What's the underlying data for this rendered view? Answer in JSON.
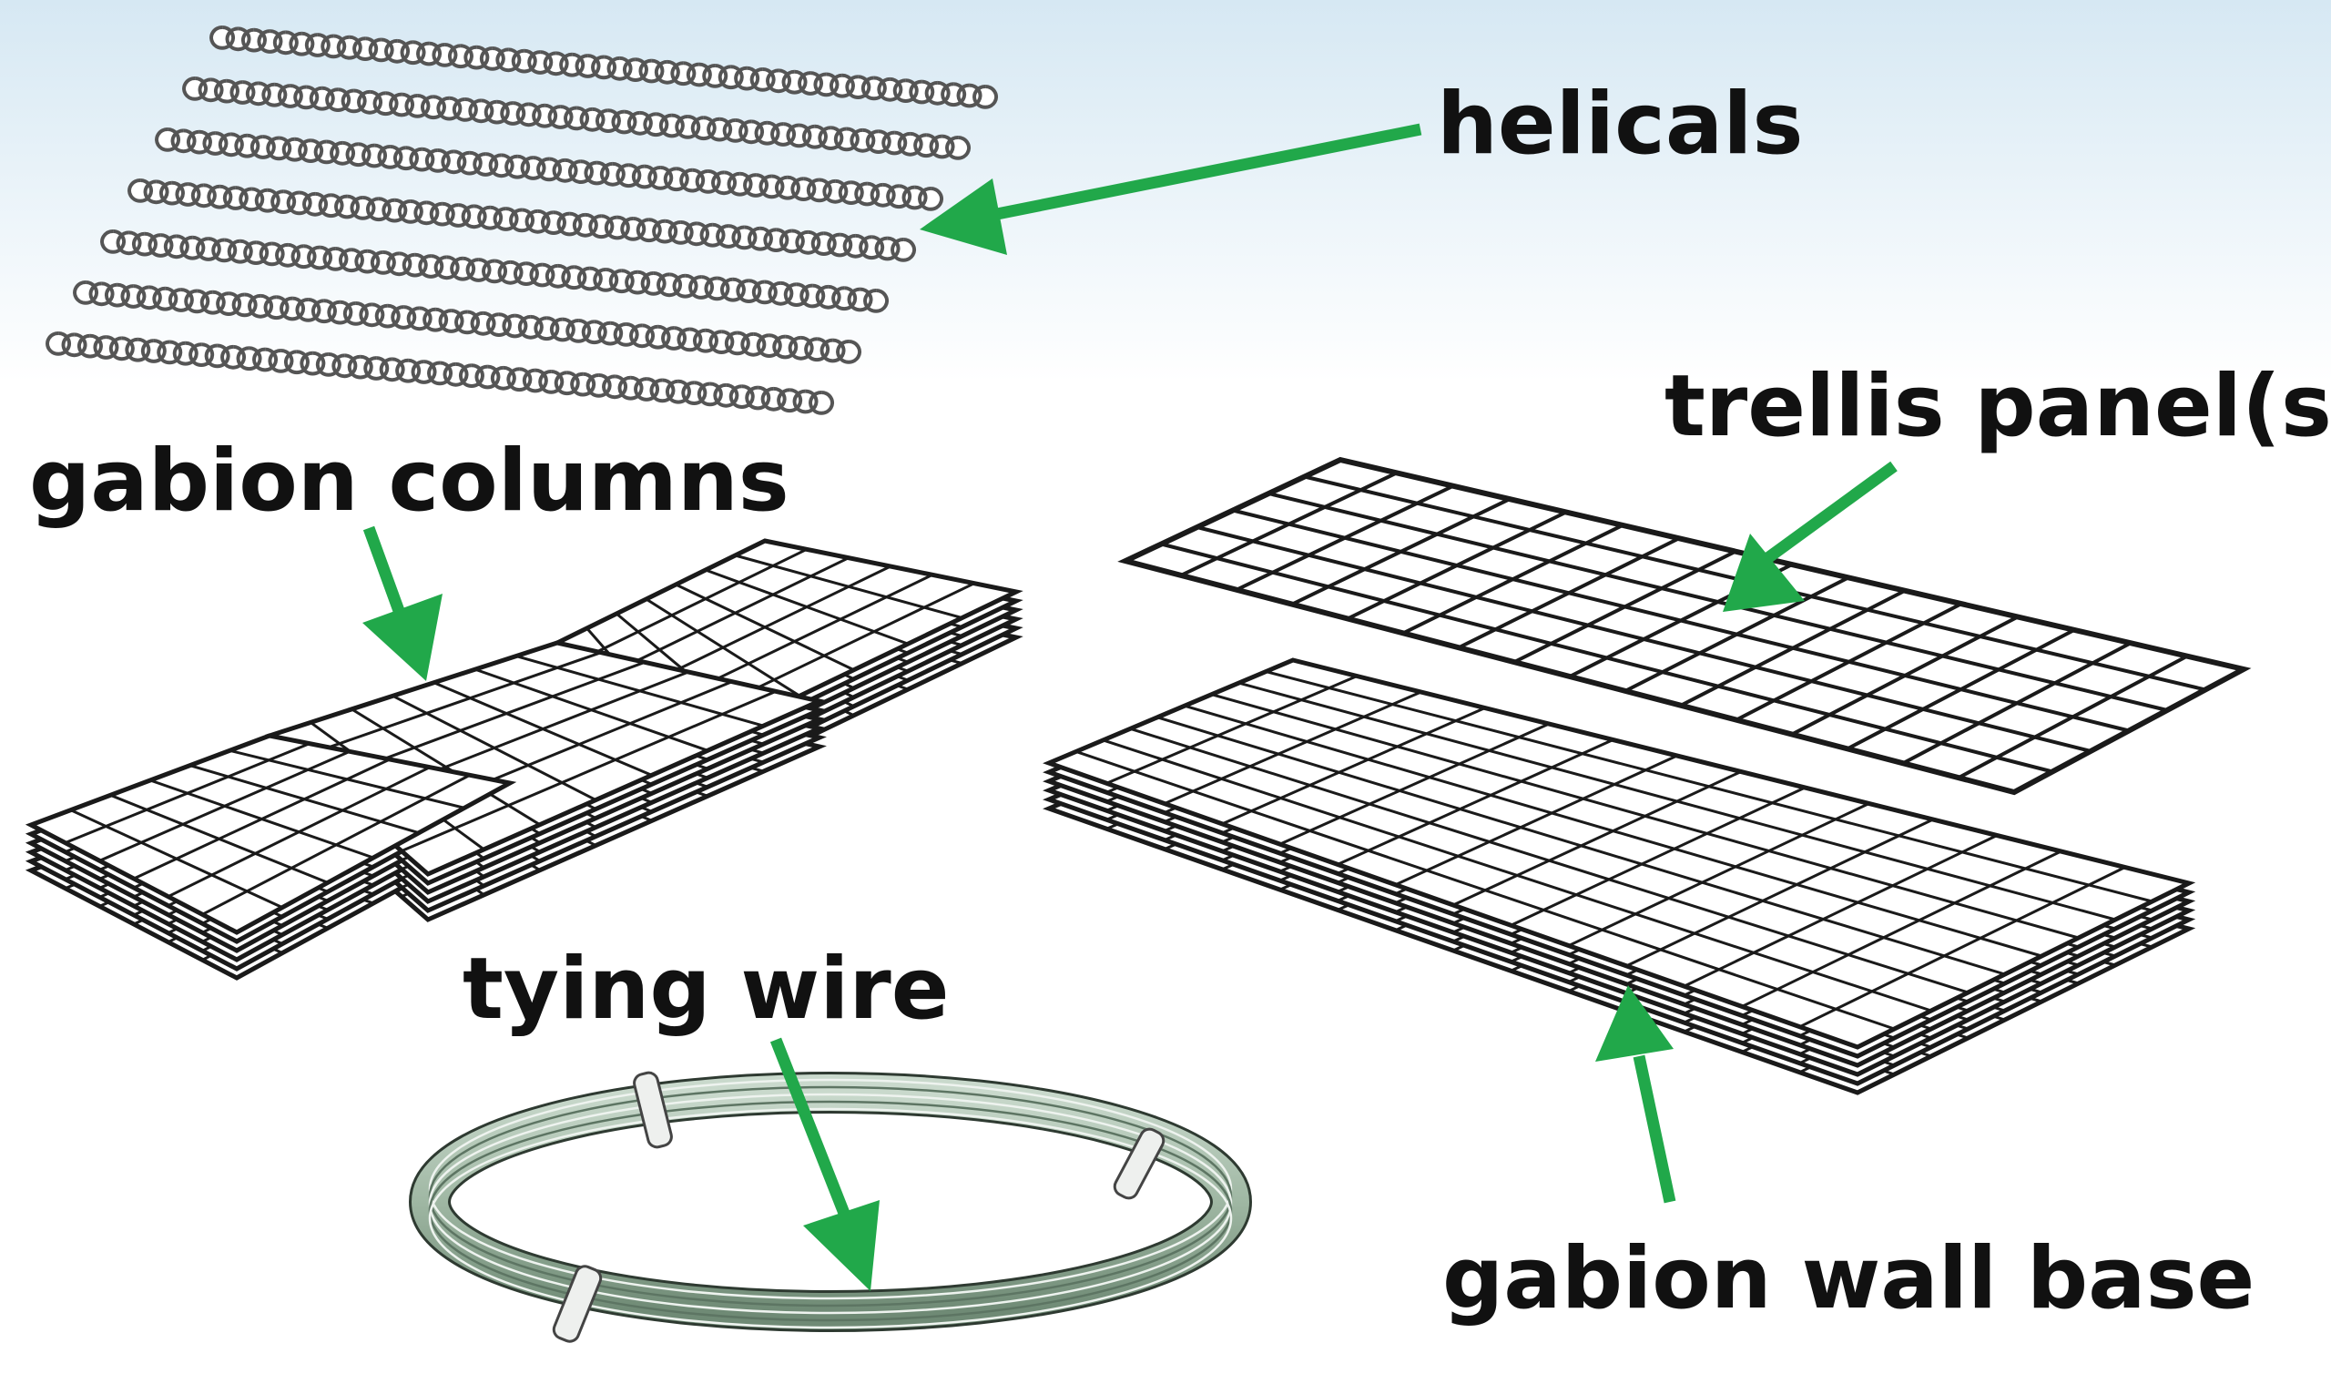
{
  "labels": {
    "helicals": "helicals",
    "gabion_columns": "gabion columns",
    "trellis_panels": "trellis panel(s)",
    "tying_wire": "tying wire",
    "gabion_wall_base": "gabion wall base"
  },
  "colors": {
    "background_top": "#d6e8f3",
    "background_bottom": "#ffffff",
    "arrow": "#21a84a",
    "wire": "#222222",
    "helical_stroke": "#555555",
    "coil": "#9fb7a3"
  }
}
